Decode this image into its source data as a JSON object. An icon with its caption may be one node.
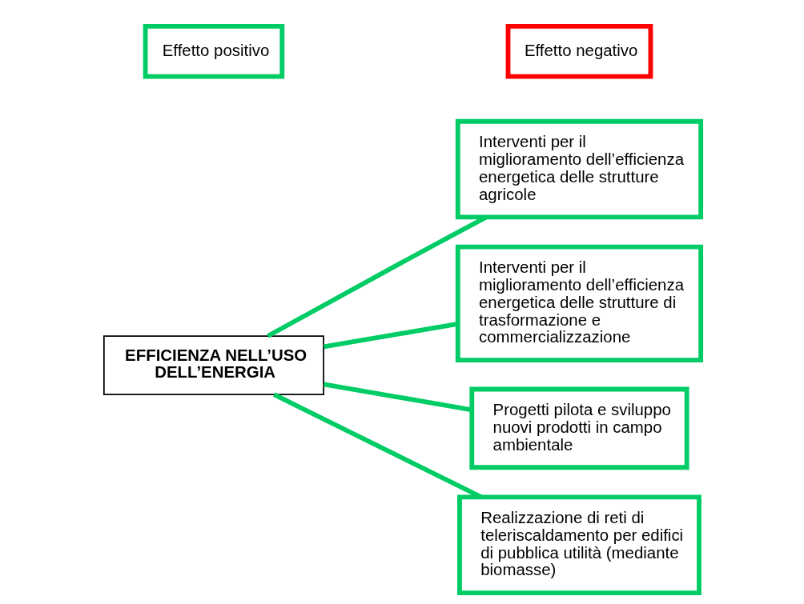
{
  "diagram": {
    "nodes": [
      {
        "text": [
          "EFFICIENZA NELL’USO DELL’ENERGIA"
        ]
      },
      {
        "text": [
          "Interventi per il miglioramento dell’efficienza energetica delle strutture agricole"
        ]
      },
      {
        "text": [
          "Interventi per il miglioramento dell’efficienza energetica delle strutture di trasformazione e commercializzazione"
        ]
      },
      {
        "text": [
          "Progetti pilota e sviluppo nuovi prodotti in campo ambientale"
        ]
      },
      {
        "text": [
          "Realizzazione di reti di teleriscaldamento per edifici di pubblica utilità (mediante biomasse)"
        ]
      }
    ],
    "edges": [
      {
        "from": 0,
        "to": 1,
        "arrow": "none"
      },
      {
        "from": 0,
        "to": 2,
        "arrow": "none"
      },
      {
        "from": 0,
        "to": 3,
        "arrow": "none"
      },
      {
        "from": 0,
        "to": 4,
        "arrow": "none"
      }
    ],
    "legend": [
      {
        "text": "Effetto positivo",
        "color": "#00cc66"
      },
      {
        "text": "Effetto negativo",
        "color": "#ff0000"
      }
    ]
  }
}
